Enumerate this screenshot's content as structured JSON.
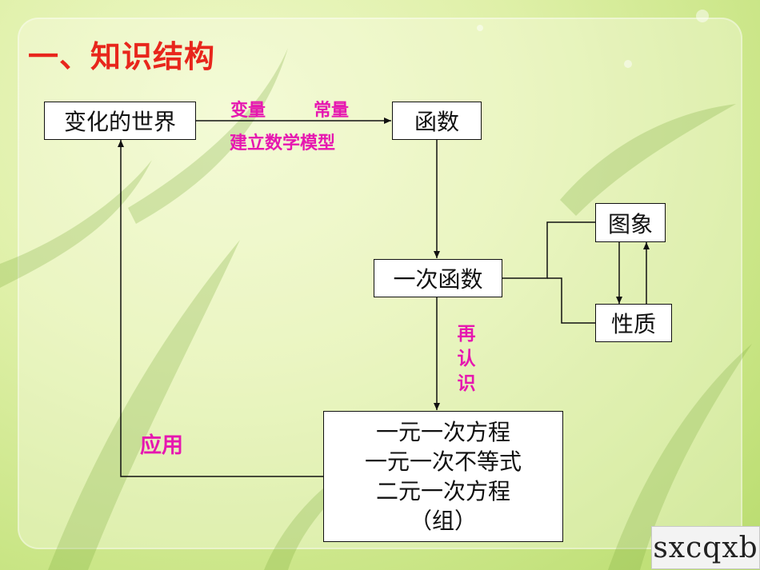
{
  "title": "一、知识结构",
  "nodes": {
    "world": "变化的世界",
    "function": "函数",
    "linear": "一次函数",
    "graph": "图象",
    "property": "性质",
    "applications": [
      "一元一次方程",
      "一元一次不等式",
      "二元一次方程",
      "（组）"
    ]
  },
  "labels": {
    "variable": "变量",
    "constant": "常量",
    "model": "建立数学模型",
    "recognize": "再认识",
    "apply": "应用"
  },
  "watermark": "sxcqxb",
  "colors": {
    "title": "#e8261c",
    "labels": "#e617b0",
    "background": "#d9ee9e"
  }
}
